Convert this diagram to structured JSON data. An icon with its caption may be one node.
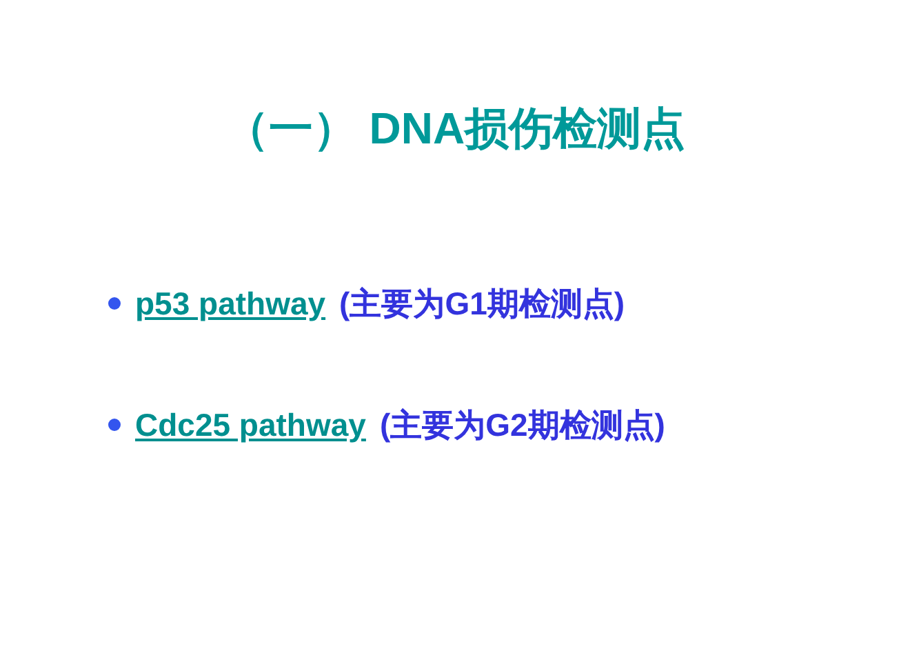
{
  "diagram": {
    "title": "（一） DNA损伤检测点",
    "labels": [
      "p53 pathway",
      "(主要为G1期检测点)",
      "Cdc25 pathway",
      "(主要为G2期检测点)"
    ]
  }
}
